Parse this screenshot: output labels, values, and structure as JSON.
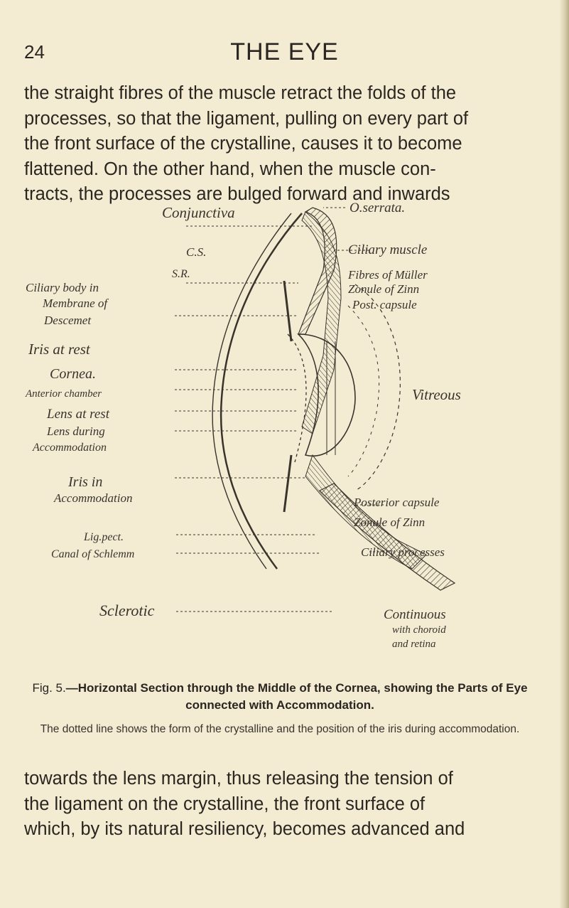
{
  "page": {
    "number": "24",
    "running_head": "THE EYE"
  },
  "paragraph_top": [
    "the straight fibres of the muscle retract the folds of the",
    "processes, so that the ligament, pulling on every part of",
    "the front surface of the crystalline, causes it to become",
    "flattened.  On the other hand, when the muscle con-",
    "tracts, the processes are bulged forward and inwards"
  ],
  "figure": {
    "labels": {
      "conjunctiva": "Conjunctiva",
      "o_serrata": "O.serrata.",
      "cs": "C.S.",
      "sr": "S.R.",
      "ciliary_muscle": "Ciliary muscle",
      "ciliary_body": "Ciliary body in",
      "fibres_muller": "Fibres of Müller",
      "membrane": "Membrane of",
      "zonule": "Zonule of Zinn",
      "descemet": "Descemet",
      "post_capsule": "Post. capsule",
      "iris_at_rest": "Iris at rest",
      "cornea": "Cornea.",
      "anterior_chamber": "Anterior chamber",
      "vitreous": "Vitreous",
      "lens_at_rest": "Lens at rest",
      "lens_during": "Lens during",
      "accommodation": "Accommodation",
      "iris_in": "Iris in",
      "accommodation2": "Accommodation",
      "posterior_capsule": "Posterior capsule",
      "zonule2": "Zonule of Zinn",
      "lig_pect": "Lig.pect.",
      "canal_schlemm": "Canal of Schlemm",
      "ciliary_processes": "Ciliary processes",
      "sclerotic": "Sclerotic",
      "continuous": "Continuous",
      "with_choroid": "with choroid",
      "and_retina": "and retina"
    },
    "caption_label": "Fig. 5.",
    "caption_text": "—Horizontal Section through the Middle of the Cornea, showing the Parts of Eye connected with Accommodation.",
    "note": "The dotted line shows the form of the crystalline and the position of the iris during accommodation."
  },
  "paragraph_bottom": [
    "towards the lens margin, thus releasing the tension of",
    "the ligament on the crystalline, the front surface of",
    "which, by its natural resiliency, becomes advanced and"
  ],
  "colors": {
    "paper": "#f3ecd3",
    "ink": "#2b2520"
  }
}
